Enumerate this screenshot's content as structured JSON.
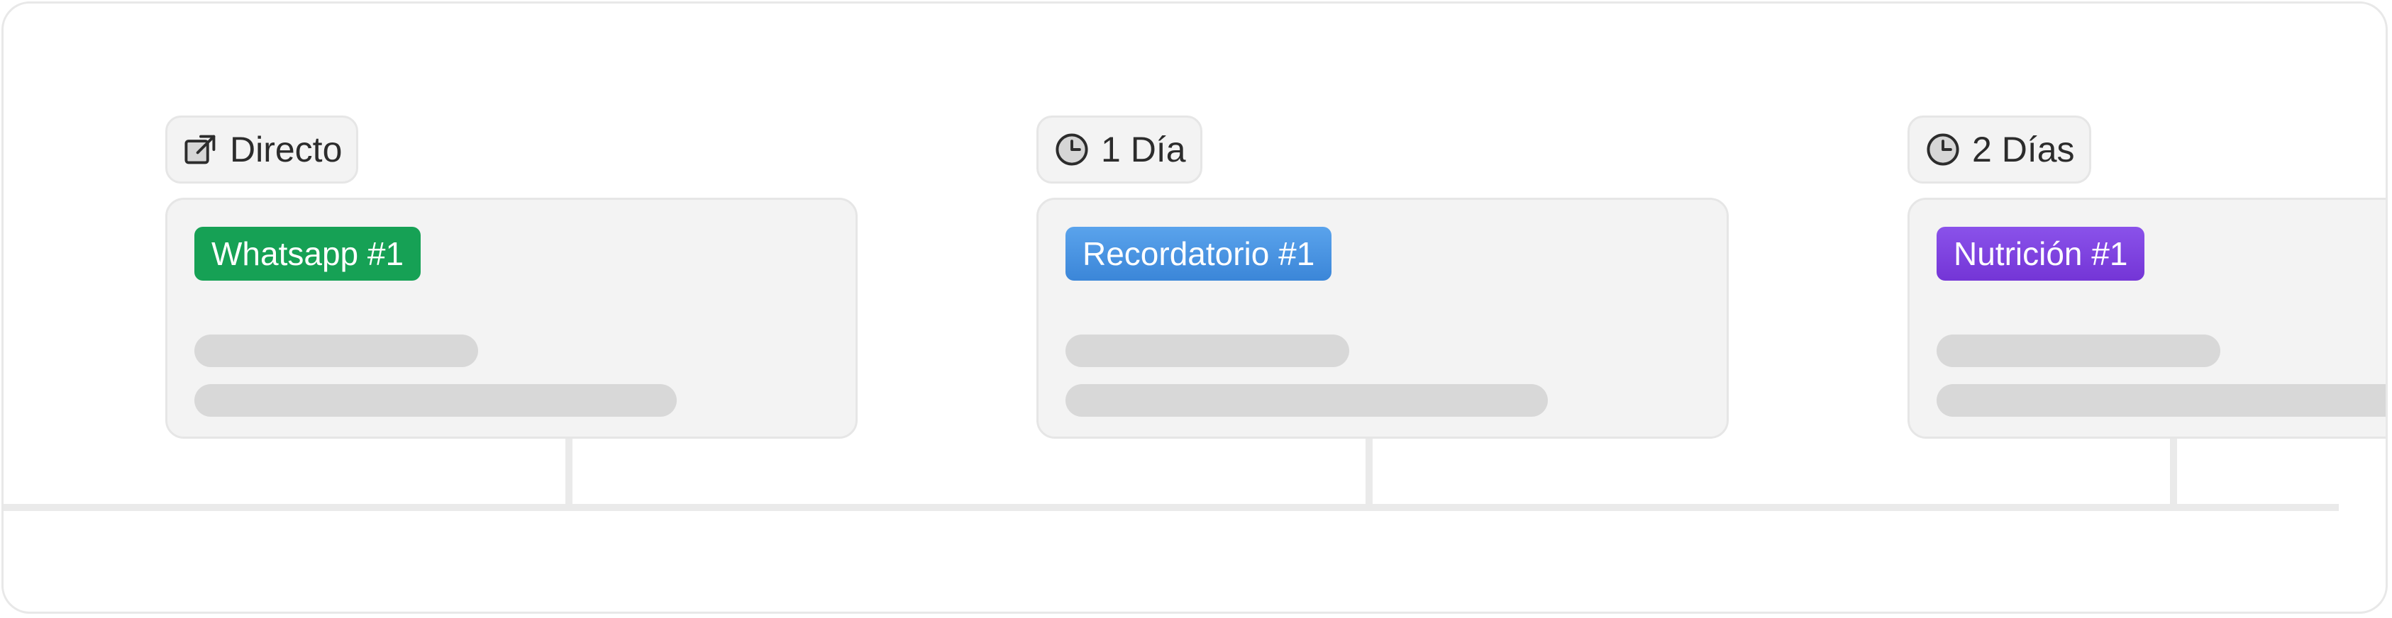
{
  "steps": [
    {
      "delay_label": "Directo",
      "delay_icon": "external-link-icon",
      "channel_label": "Whatsapp #1",
      "channel_color": "#16a155"
    },
    {
      "delay_label": "1 Día",
      "delay_icon": "clock-icon",
      "channel_label": "Recordatorio #1",
      "channel_color": "#4393e2"
    },
    {
      "delay_label": "2 Días",
      "delay_icon": "clock-icon",
      "channel_label": "Nutrición #1",
      "channel_color": "#7f45e0"
    }
  ],
  "colors": {
    "card_background": "#f3f3f3",
    "skeleton": "#d8d8d8",
    "timeline": "#eaeaea"
  }
}
